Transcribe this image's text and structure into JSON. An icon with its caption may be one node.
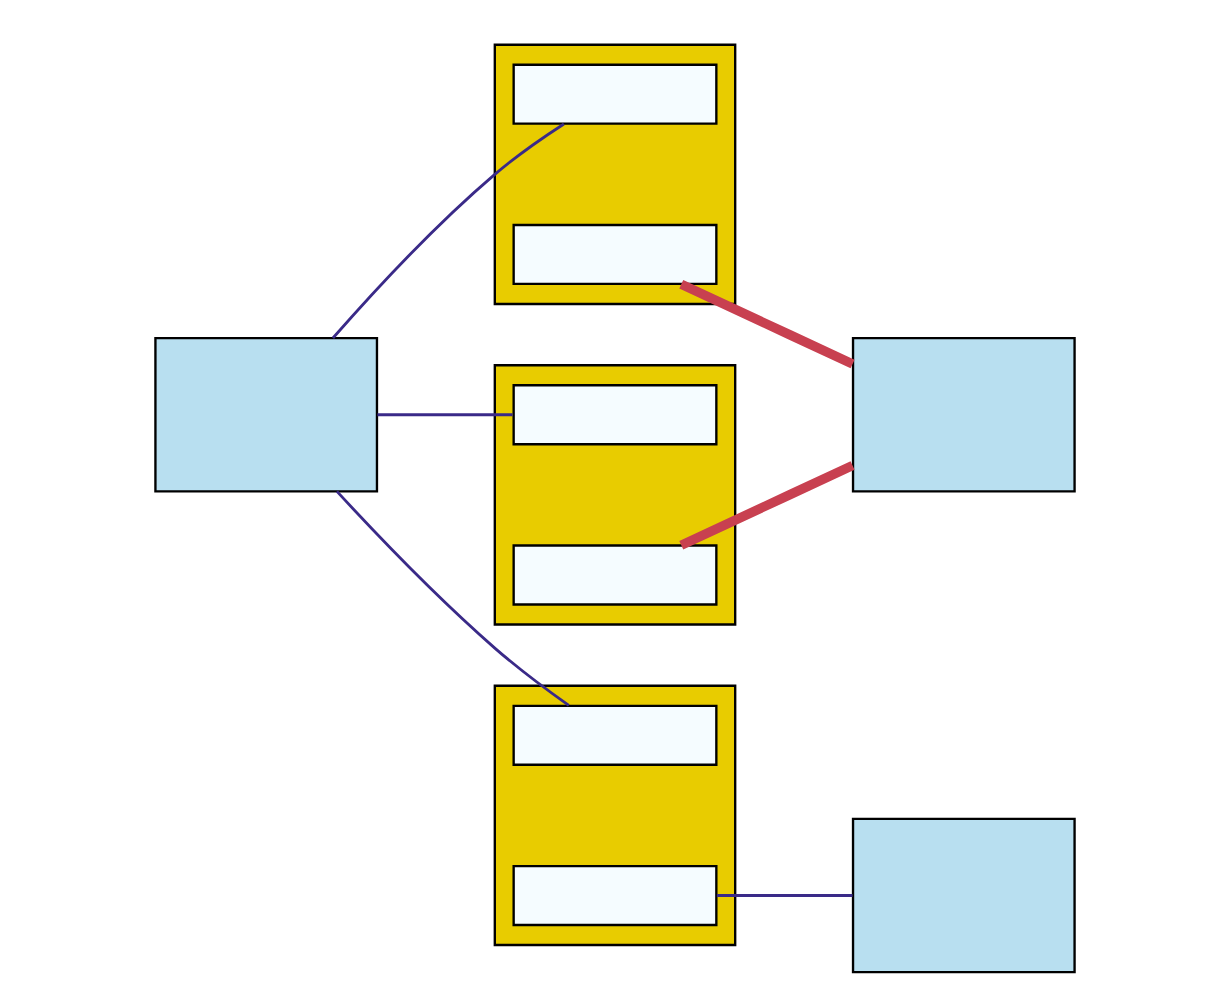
{
  "diagram": {
    "nodes": [
      {
        "text": [],
        "shape": "box"
      },
      {
        "text": [],
        "shape": "box"
      },
      {
        "text": [],
        "shape": "box",
        "in": 1
      },
      {
        "text": [],
        "shape": "box",
        "in": 1
      },
      {
        "text": [],
        "shape": "box"
      },
      {
        "text": [],
        "shape": "box",
        "in": 4
      },
      {
        "text": [],
        "shape": "box",
        "in": 4
      },
      {
        "text": [],
        "shape": "box"
      },
      {
        "text": [],
        "shape": "box",
        "in": 7
      },
      {
        "text": [],
        "shape": "box",
        "in": 7
      },
      {
        "text": [],
        "shape": "box"
      },
      {
        "text": [],
        "shape": "box"
      }
    ],
    "edges": [
      {
        "from": 0,
        "to": 2,
        "arrow": "none"
      },
      {
        "from": 0,
        "to": 5,
        "arrow": "none"
      },
      {
        "from": 0,
        "to": 8,
        "arrow": "none"
      },
      {
        "from": 9,
        "to": 10,
        "arrow": "none"
      },
      {
        "from": 3,
        "to": 11,
        "arrow": "none",
        "style": "thick",
        "color": "#c84050"
      },
      {
        "from": 6,
        "to": 11,
        "arrow": "none",
        "style": "thick",
        "color": "#c84050"
      }
    ]
  }
}
